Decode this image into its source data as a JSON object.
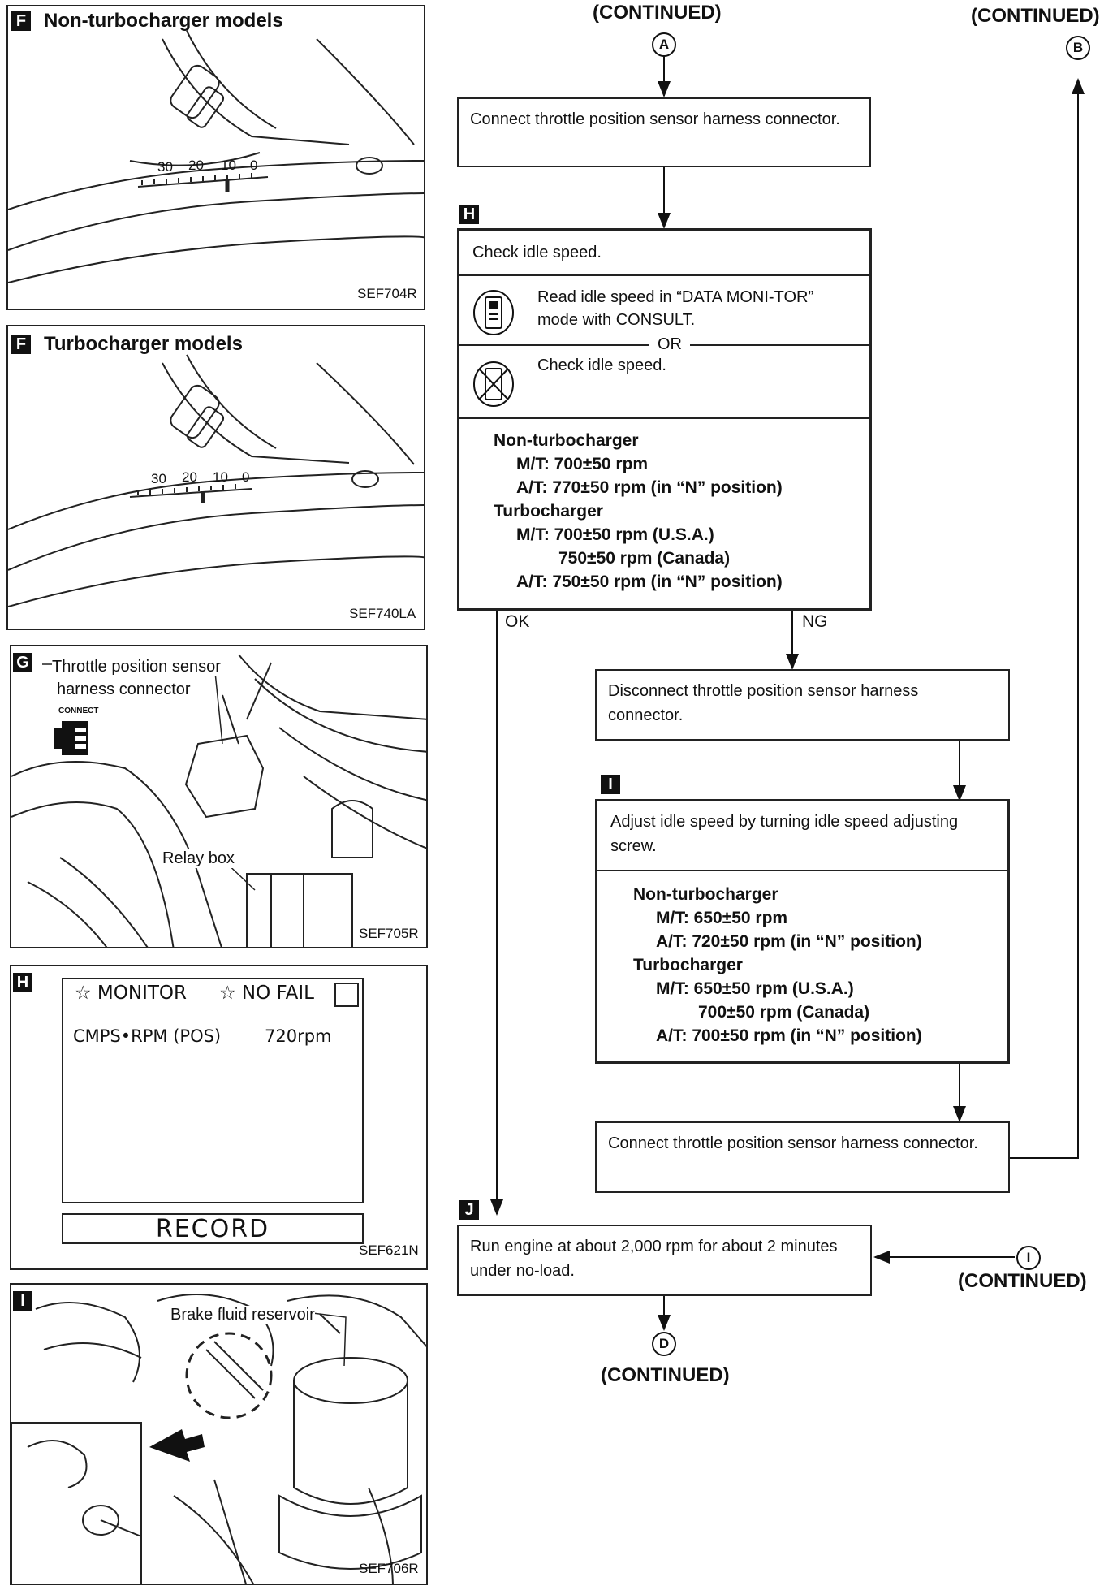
{
  "left_panels": [
    {
      "tag": "F",
      "title": "Non-turbocharger models",
      "figure": "SEF704R",
      "scale_labels": [
        "30",
        "20",
        "10",
        "0"
      ]
    },
    {
      "tag": "F",
      "title": "Turbocharger models",
      "figure": "SEF740LA",
      "scale_labels": [
        "30",
        "20",
        "10",
        "0"
      ]
    },
    {
      "tag": "G",
      "label_sensor_1": "Throttle position sensor",
      "label_sensor_2": "harness connector",
      "connect_label": "CONNECT",
      "label_relay": "Relay box",
      "figure": "SEF705R"
    },
    {
      "tag": "H",
      "monitor_title": "☆ MONITOR",
      "monitor_status": "☆ NO FAIL",
      "param_name": "CMPS•RPM (POS)",
      "param_value": "720rpm",
      "record_button": "RECORD",
      "figure": "SEF621N"
    },
    {
      "tag": "I",
      "label_reservoir": "Brake fluid reservoir",
      "figure": "SEF706R"
    }
  ],
  "flow": {
    "continued_a": "(CONTINUED)",
    "connector_a": "A",
    "continued_b": "(CONTINUED)",
    "connector_b": "B",
    "step1": "Connect throttle position sensor harness connector.",
    "step_h": {
      "tag": "H",
      "heading": "Check idle speed.",
      "consult_text": "Read idle speed in “DATA MONI-TOR” mode with CONSULT.",
      "or_label": "OR",
      "no_consult_text": "Check idle speed.",
      "specs": [
        "Non-turbocharger",
        "M/T: 700±50 rpm",
        "A/T: 770±50 rpm (in “N” position)",
        "Turbocharger",
        "M/T: 700±50 rpm (U.S.A.)",
        "750±50 rpm (Canada)",
        "A/T: 750±50 rpm (in “N” position)"
      ]
    },
    "ok_label": "OK",
    "ng_label": "NG",
    "step_disconnect": "Disconnect throttle position sensor harness connector.",
    "step_i": {
      "tag": "I",
      "heading": "Adjust idle speed by turning idle speed adjusting screw.",
      "specs": [
        "Non-turbocharger",
        "M/T: 650±50 rpm",
        "A/T: 720±50 rpm (in “N” position)",
        "Turbocharger",
        "M/T: 650±50 rpm (U.S.A.)",
        "700±50 rpm (Canada)",
        "A/T: 700±50 rpm (in “N” position)"
      ]
    },
    "step_connect2": "Connect throttle position sensor harness connector.",
    "step_j": {
      "tag": "J",
      "text": "Run engine at about 2,000 rpm for about 2 minutes under no-load."
    },
    "connector_i": "I",
    "continued_i": "(CONTINUED)",
    "connector_d": "D",
    "continued_d": "(CONTINUED)"
  }
}
